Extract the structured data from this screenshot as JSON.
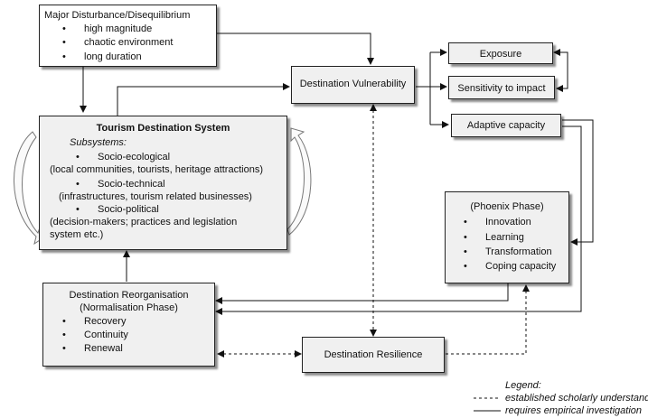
{
  "disturbance": {
    "title": "Major Disturbance/Disequilibrium",
    "items": [
      "high magnitude",
      "chaotic environment",
      "long duration"
    ]
  },
  "vulnerability": {
    "title": "Destination Vulnerability"
  },
  "components": [
    "Exposure",
    "Sensitivity to impact",
    "Adaptive capacity"
  ],
  "system": {
    "title": "Tourism Destination System",
    "subtitle": "Subsystems:",
    "entries": [
      {
        "name": "Socio-ecological",
        "detail": "(local communities, tourists, heritage attractions)"
      },
      {
        "name": "Socio-technical",
        "detail": "(infrastructures, tourism related businesses)"
      },
      {
        "name": "Socio-political",
        "detail": "(decision-makers; practices and legislation",
        "detail2": "system etc.)"
      }
    ]
  },
  "phoenix": {
    "title": "(Phoenix Phase)",
    "items": [
      "Innovation",
      "Learning",
      "Transformation",
      "Coping capacity"
    ]
  },
  "reorganisation": {
    "title": "Destination Reorganisation",
    "subtitle": "(Normalisation Phase)",
    "items": [
      "Recovery",
      "Continuity",
      "Renewal"
    ]
  },
  "resilience": {
    "title": "Destination Resilience"
  },
  "legend": {
    "title": "Legend:",
    "dashed": "established scholarly understanding",
    "solid": "requires empirical investigation"
  }
}
